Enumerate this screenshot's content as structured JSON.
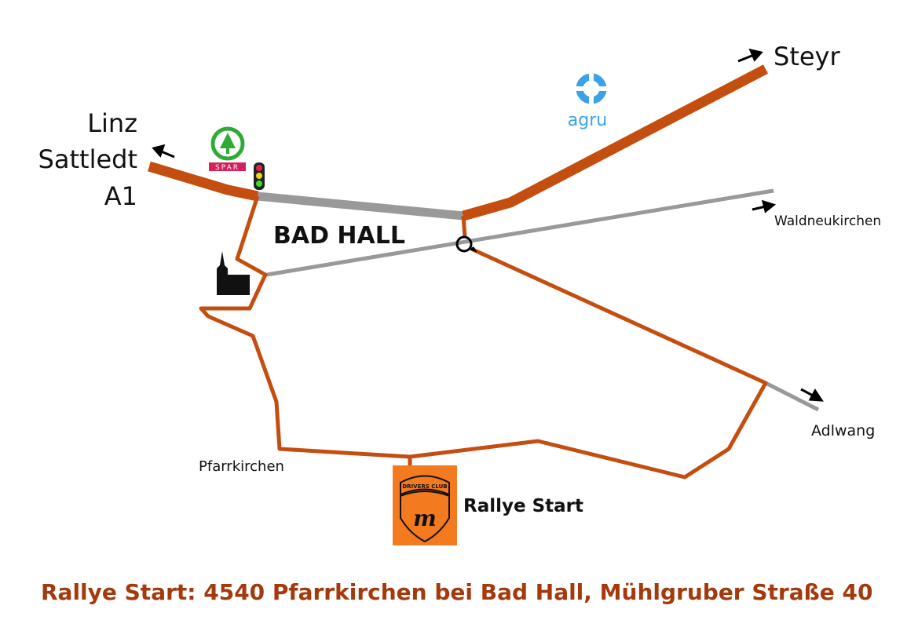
{
  "colors": {
    "road": "#c44e0f",
    "gray": "#999999",
    "title": "#a3390c",
    "logo_bg": "#f47a20",
    "agru": "#3aa3e6",
    "spar_green": "#2fab35",
    "spar_red": "#d5205a"
  },
  "places": {
    "linz": "Linz",
    "sattledt": "Sattledt",
    "a1": "A1",
    "steyr": "Steyr",
    "bad_hall": "BAD HALL",
    "waldneukirchen": "Waldneukirchen",
    "adlwang": "Adlwang",
    "pfarrkirchen": "Pfarrkirchen",
    "rallye_start": "Rallye Start"
  },
  "logos": {
    "spar": "SPAR",
    "agru": "agru",
    "drivers_club": "DRIVERS CLUB"
  },
  "footer": "Rallye Start:  4540 Pfarrkirchen bei Bad Hall, Mühlgruber Straße 40"
}
